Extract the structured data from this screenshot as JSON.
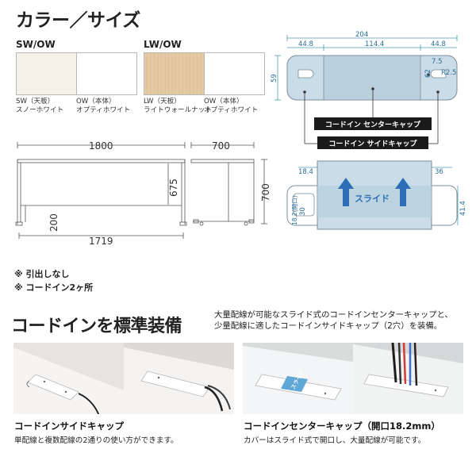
{
  "header": {
    "title": "カラー／サイズ"
  },
  "colors": [
    {
      "code": "SW/OW",
      "swatches": [
        {
          "hex": "#f4f1e9",
          "caption1": "SW（天板）",
          "caption2": "スノーホワイト"
        },
        {
          "hex": "#ffffff",
          "caption1": "OW（本体）",
          "caption2": "オプティホワイト"
        }
      ]
    },
    {
      "code": "LW/OW",
      "swatches": [
        {
          "hex": "#e4c9a3",
          "caption1": "LW（天板）",
          "caption2": "ライトウォールナット"
        },
        {
          "hex": "#ffffff",
          "caption1": "OW（本体）",
          "caption2": "オプティホワイト"
        }
      ]
    }
  ],
  "dims": {
    "width": "1800",
    "depth": "700",
    "height": "700",
    "inner_height": "675",
    "clearance": "200",
    "inner_width": "1719"
  },
  "cap_dims": {
    "overall": "204",
    "left": "44.8",
    "center": "114.4",
    "right": "44.8",
    "height": "59",
    "slot": "7.5",
    "hole": "62",
    "radius": "R2.5",
    "side_left": "18.4",
    "side_right": "36",
    "side_height": "41.4",
    "opening_label": "18.2(開口)",
    "lower_side": "30"
  },
  "cap_labels": {
    "center": "コードイン センターキャップ",
    "side": "コードイン サイドキャップ",
    "slide": "スライド"
  },
  "notes": [
    "※ 引出しなし",
    "※ コードイン2ヶ所"
  ],
  "feature": {
    "title": "コードインを標準装備",
    "description_line1": "大量配線が可能なスライド式のコードインセンターキャップと、",
    "description_line2": "少量配線に適したコードインサイドキャップ（2穴）を装備。"
  },
  "photos": [
    {
      "title": "コードインサイドキャップ",
      "text": "単配線と複数配線の2通りの使い方ができます。"
    },
    {
      "title": "コードインセンターキャップ（開口18.2mm）",
      "text": "カバーはスライド式で開口し、大量配線が可能です。"
    }
  ],
  "photo_slide_label": "スライド"
}
